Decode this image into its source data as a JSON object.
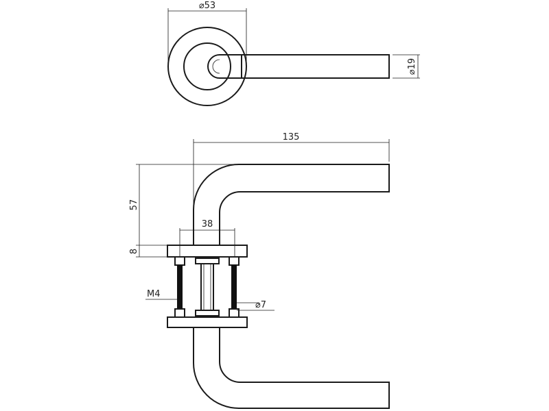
{
  "dimensions": {
    "rose_diameter": "⌀53",
    "lever_diameter": "⌀19",
    "lever_length": "135",
    "lever_height": "57",
    "rose_thickness": "8",
    "screw_spacing": "38",
    "thread": "M4",
    "spindle_diameter": "⌀7"
  },
  "colors": {
    "line": "#1a1a1a",
    "background": "#ffffff"
  }
}
